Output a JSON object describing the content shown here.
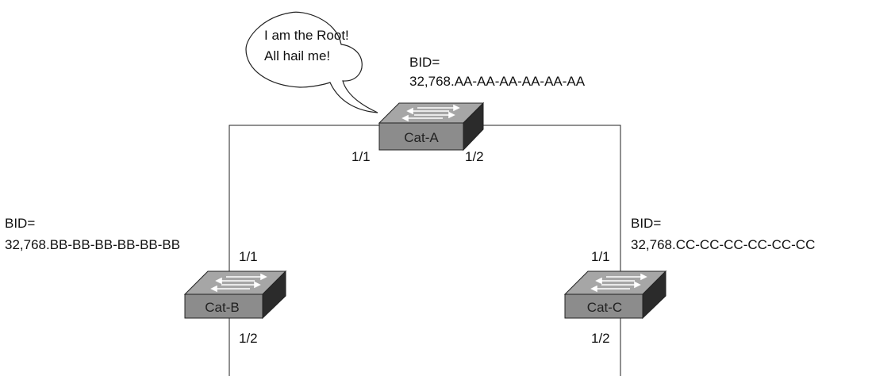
{
  "callout": {
    "line1": "I am the Root!",
    "line2": "All hail me!"
  },
  "switches": [
    {
      "name": "Cat-A",
      "bid_label": "BID=",
      "bid_value": "32,768.AA-AA-AA-AA-AA-AA",
      "ports": {
        "left": "1/1",
        "right": "1/2"
      }
    },
    {
      "name": "Cat-B",
      "bid_label": "BID=",
      "bid_value": "32,768.BB-BB-BB-BB-BB-BB",
      "ports": {
        "top": "1/1",
        "bottom": "1/2"
      }
    },
    {
      "name": "Cat-C",
      "bid_label": "BID=",
      "bid_value": "32,768.CC-CC-CC-CC-CC-CC",
      "ports": {
        "top": "1/1",
        "bottom": "1/2"
      }
    }
  ],
  "colors": {
    "switch_front": "#8c8c8c",
    "switch_top": "#a6a6a6",
    "switch_side": "#2b2b2b",
    "line": "#222222"
  }
}
